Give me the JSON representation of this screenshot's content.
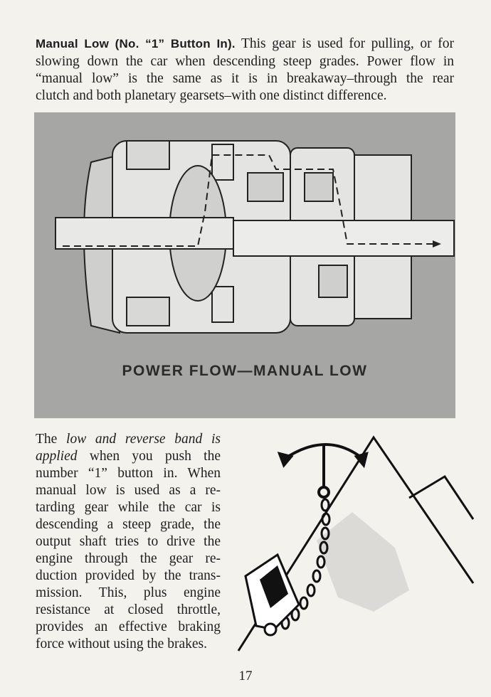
{
  "intro": {
    "heading": "Manual Low (No. “1” Button In).",
    "lines": [
      " This gear is used for pulling, or for",
      "slowing down the car when descending steep grades. Power flow in",
      "“manual low” is the same as it is in breakaway–through the rear",
      "clutch and both planetary gearsets–with one distinct difference."
    ]
  },
  "figure": {
    "caption": "POWER FLOW—MANUAL LOW"
  },
  "body": {
    "line0_a": "The ",
    "line0_italic": "low and reverse band is",
    "line1_italic": "applied",
    "line1_b": " when you push the",
    "lines": [
      "number “1” button in. When",
      "manual low is used as a re-",
      "tarding gear while the car is",
      "descending a steep grade, the",
      "output shaft tries to drive the",
      "engine through the gear re-",
      "duction provided by the trans-",
      "mission. This, plus engine",
      "resistance at closed throttle,",
      "provides an effective braking",
      "force without using the brakes."
    ]
  },
  "page_number": "17"
}
